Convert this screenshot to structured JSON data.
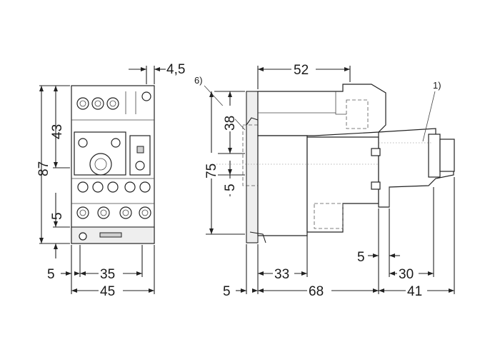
{
  "front_view": {
    "dimensions": {
      "top_offset": "4,5",
      "upper_height": "43",
      "total_height": "87",
      "lower_height": "5",
      "left_margin": "5",
      "inner_width": "35",
      "total_width": "45"
    }
  },
  "side_view": {
    "dimensions": {
      "top_width": "52",
      "rail_offset": "38",
      "mount_height": "75",
      "rail_gap": "5",
      "plate_depth": "5",
      "depth_33": "33",
      "body_depth": "68",
      "relay_gap": "5",
      "relay_depth": "30",
      "relay_total": "41"
    },
    "callouts": {
      "rail_clip": "6)",
      "overload_relay": "1)"
    }
  }
}
